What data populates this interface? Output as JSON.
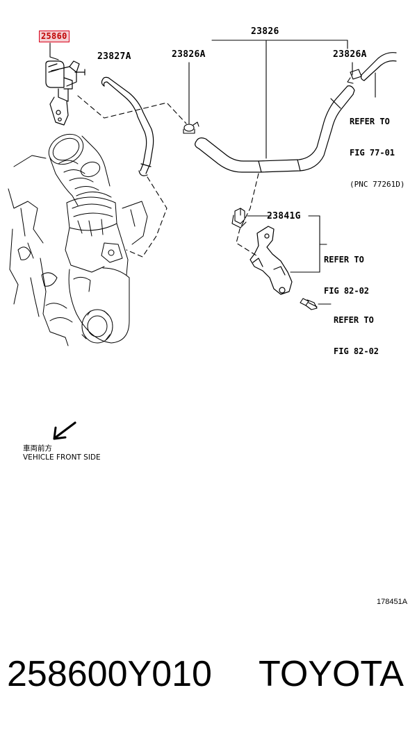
{
  "labels": {
    "highlighted_part": "25860",
    "hose_a": "23827A",
    "clamp_left": "23826A",
    "hose_main": "23826",
    "clamp_right": "23826A",
    "clip": "23841G"
  },
  "references": {
    "right_refer": "REFER TO",
    "right_fig": "FIG 77-01",
    "right_pnc": "(PNC 77261D)",
    "mid_refer": "REFER TO",
    "mid_fig": "FIG 82-02",
    "bolt_refer": "REFER TO",
    "bolt_fig": "FIG 82-02"
  },
  "front_indicator": {
    "japanese": "車両前方",
    "english": "VEHICLE FRONT SIDE"
  },
  "illustration_id": "178451A",
  "caption": {
    "part_number": "258600Y010",
    "brand": "TOYOTA"
  },
  "colors": {
    "highlight_border": "#d9001b",
    "highlight_fill": "#f4cfd2"
  }
}
